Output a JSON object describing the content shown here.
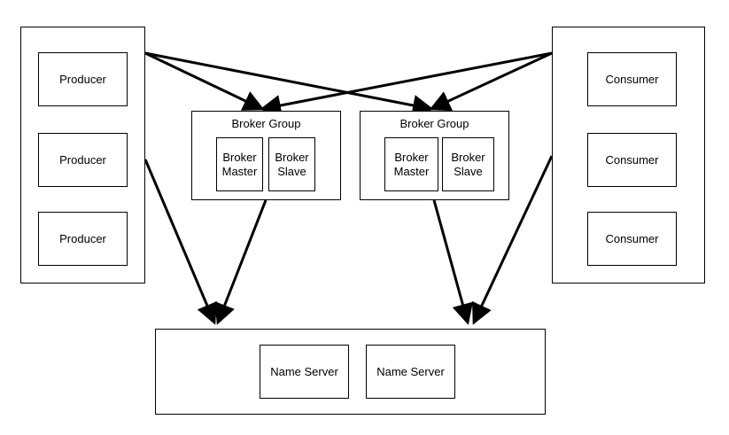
{
  "producers": [
    {
      "label": "Producer"
    },
    {
      "label": "Producer"
    },
    {
      "label": "Producer"
    }
  ],
  "consumers": [
    {
      "label": "Consumer"
    },
    {
      "label": "Consumer"
    },
    {
      "label": "Consumer"
    }
  ],
  "broker_groups": [
    {
      "title": "Broker Group",
      "master": "Broker\nMaster",
      "slave": "Broker\nSlave"
    },
    {
      "title": "Broker Group",
      "master": "Broker\nMaster",
      "slave": "Broker\nSlave"
    }
  ],
  "name_servers": [
    {
      "label": "Name Server"
    },
    {
      "label": "Name Server"
    }
  ],
  "colors": {
    "stroke": "#000000",
    "background": "#ffffff"
  }
}
